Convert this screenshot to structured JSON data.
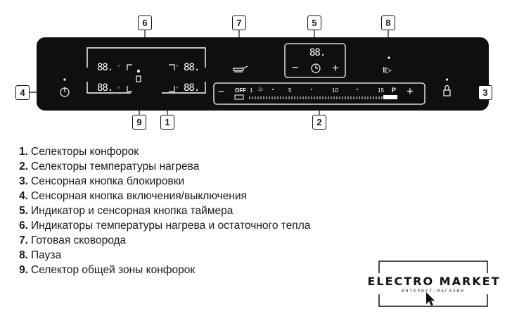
{
  "panel": {
    "zone_display": "88.",
    "timer_display": "88.",
    "slider": {
      "minus": "−",
      "off": "OFF",
      "tick_1": "1",
      "tick_5": "5",
      "tick_10": "10",
      "tick_15": "15",
      "p": "P",
      "plus": "+"
    },
    "timer": {
      "minus": "−",
      "plus": "+"
    },
    "pause_icon": "‖▷"
  },
  "callouts": [
    "1",
    "2",
    "3",
    "4",
    "5",
    "6",
    "7",
    "8",
    "9"
  ],
  "legend": [
    {
      "num": "1.",
      "text": "Селекторы конфорок"
    },
    {
      "num": "2.",
      "text": "Селекторы температуры нагрева"
    },
    {
      "num": "3.",
      "text": "Сенсорная кнопка блокировки"
    },
    {
      "num": "4.",
      "text": "Сенсорная кнопка включения/выключения"
    },
    {
      "num": "5.",
      "text": "Индикатор и сенсорная кнопка таймера"
    },
    {
      "num": "6.",
      "text": "Индикаторы температуры нагрева и остаточного тепла"
    },
    {
      "num": "7.",
      "text": "Готовая сковорода"
    },
    {
      "num": "8.",
      "text": "Пауза"
    },
    {
      "num": "9.",
      "text": "Селектор общей зоны конфорок"
    }
  ],
  "logo": {
    "title": "ELECTRO MARKET",
    "subtitle": "ИНТЕРНЕТ-МАГАЗИН"
  },
  "icons": [
    "power-icon",
    "lock-icon",
    "timer-clock-icon",
    "pan-icon",
    "pause-play-icon",
    "cursor-icon"
  ],
  "colors": {
    "panel": "#0f0f0f",
    "panel_text": "#ffffff",
    "text": "#1a1a1a"
  }
}
